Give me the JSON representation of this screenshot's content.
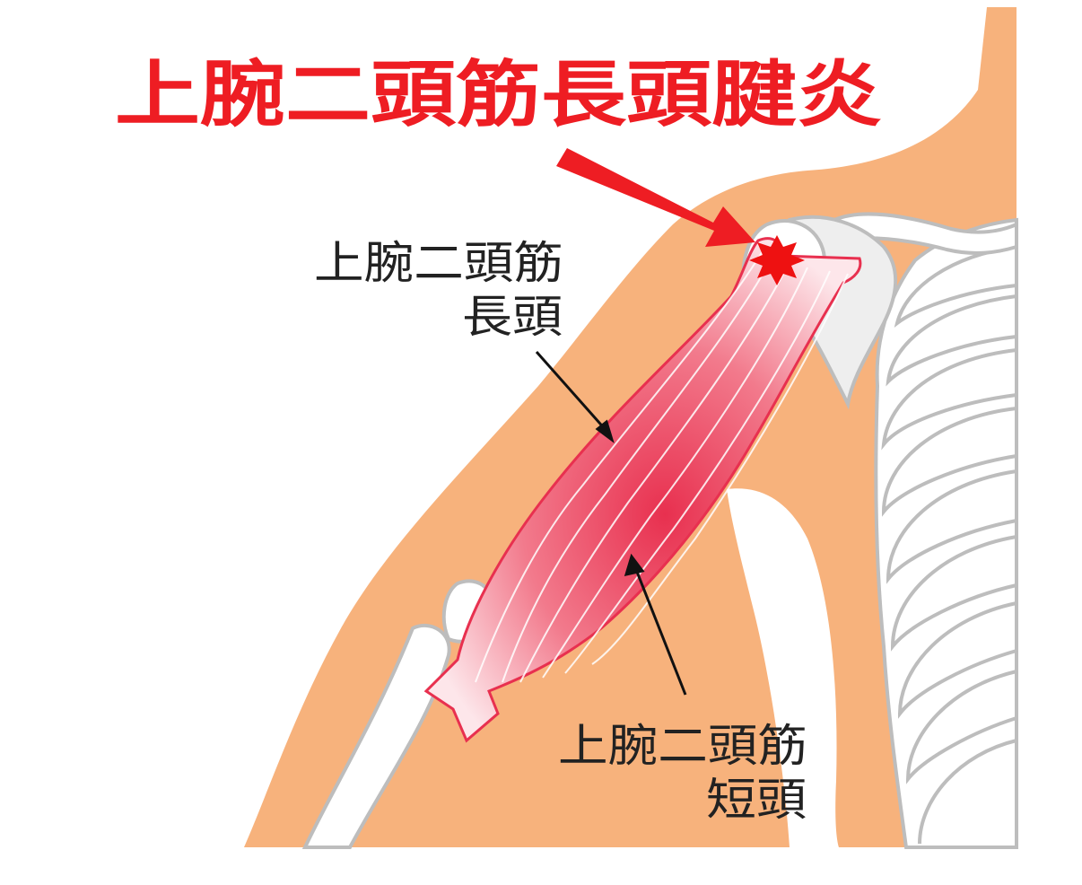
{
  "title": "上腕二頭筋長頭腱炎",
  "labels": {
    "long_head": {
      "line1": "上腕二頭筋",
      "line2": "長頭"
    },
    "short_head": {
      "line1": "上腕二頭筋",
      "line2": "短頭"
    }
  },
  "colors": {
    "title": "#ee1d23",
    "skin": "#f7b27c",
    "bone_fill": "#ffffff",
    "bone_stroke": "#bdbdbd",
    "muscle": "#e8304f",
    "inflammation": "#ee1111",
    "pointer": "#111111"
  }
}
